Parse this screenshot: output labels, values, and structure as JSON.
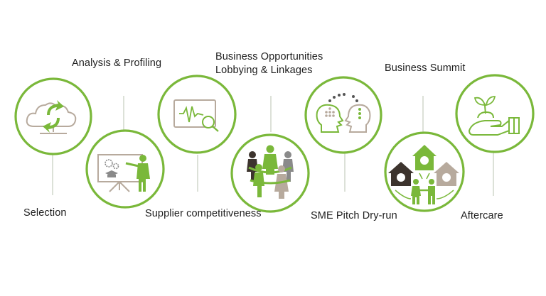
{
  "diagram": {
    "type": "process-flow",
    "colors": {
      "accent_green": "#7ab83a",
      "icon_beige": "#b7aa9d",
      "icon_dark": "#3d342e",
      "icon_grey": "#8a8a8a",
      "connector": "#c9d1c4",
      "text": "#1e1e1e"
    },
    "steps": [
      {
        "id": 1,
        "label_lines": [
          "Selection"
        ],
        "icon": "cloud-sync-icon",
        "label_position": "below"
      },
      {
        "id": 2,
        "label_lines": [
          "Analysis & Profiling"
        ],
        "icon": "teacher-presentation-icon",
        "label_position": "above"
      },
      {
        "id": 3,
        "label_lines": [
          "Supplier competitiveness"
        ],
        "icon": "monitor-analysis-icon",
        "label_position": "below"
      },
      {
        "id": 4,
        "label_lines": [
          "Business Opportunities",
          "Lobbying & Linkages"
        ],
        "icon": "people-circle-icon",
        "label_position": "above"
      },
      {
        "id": 5,
        "label_lines": [
          "SME Pitch Dry-run"
        ],
        "icon": "heads-talking-icon",
        "label_position": "below"
      },
      {
        "id": 6,
        "label_lines": [
          "Business Summit"
        ],
        "icon": "houses-handshake-icon",
        "label_position": "above"
      },
      {
        "id": 7,
        "label_lines": [
          "Aftercare"
        ],
        "icon": "hand-plant-icon",
        "label_position": "below"
      }
    ]
  }
}
